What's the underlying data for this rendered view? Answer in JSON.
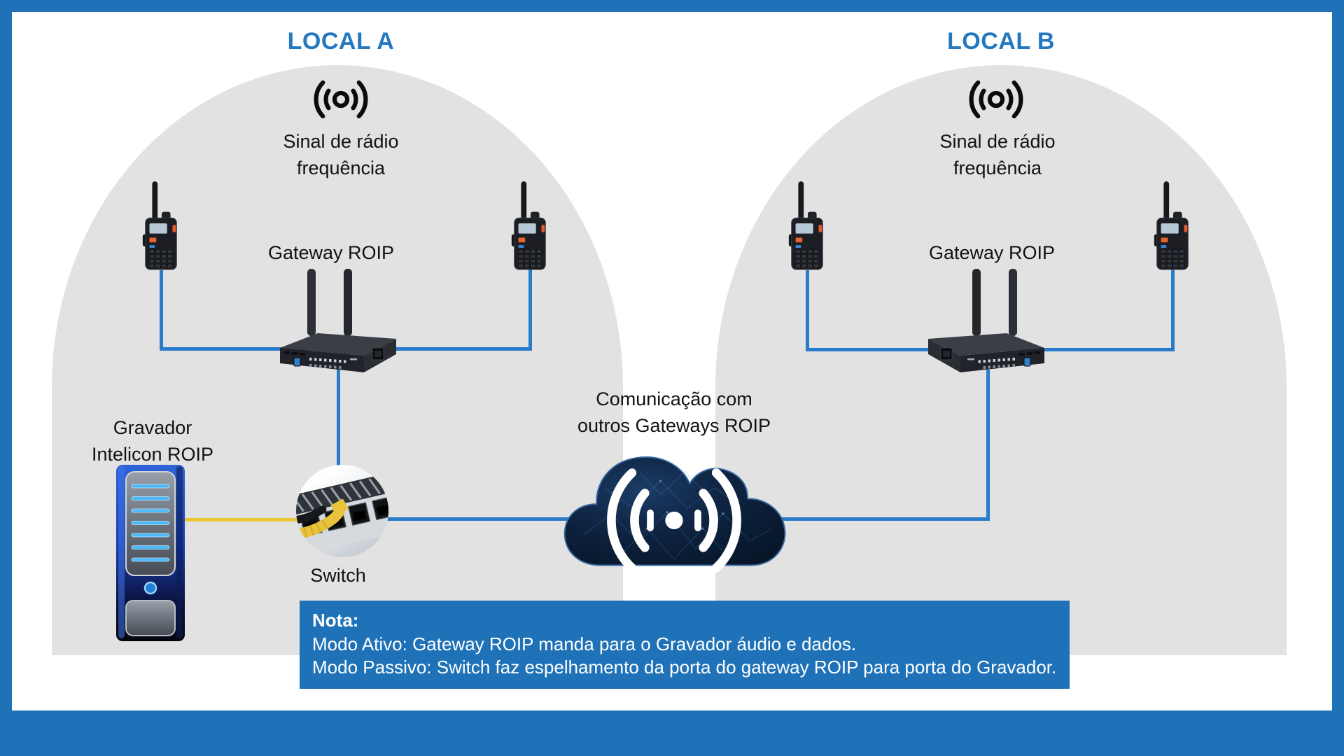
{
  "colors": {
    "frame_blue": "#1f72b7",
    "title_blue": "#2478c0",
    "dome_gray": "#e2e2e2",
    "line_blue": "#2a7ccb",
    "cable_yellow": "#edc637",
    "note_bg": "#1f72b7",
    "cloud_navy": "#0e2442"
  },
  "local_a": {
    "title": "LOCAL A",
    "signal_line1": "Sinal de rádio",
    "signal_line2": "frequência",
    "gateway_label": "Gateway ROIP",
    "recorder_line1": "Gravador",
    "recorder_line2": "Intelicon ROIP",
    "switch_label": "Switch"
  },
  "local_b": {
    "title": "LOCAL B",
    "signal_line1": "Sinal de rádio",
    "signal_line2": "frequência",
    "gateway_label": "Gateway ROIP"
  },
  "cloud": {
    "label_line1": "Comunicação com",
    "label_line2": "outros Gateways ROIP"
  },
  "note": {
    "title": "Nota:",
    "line1": "Modo Ativo: Gateway ROIP manda para o Gravador áudio e dados.",
    "line2": "Modo Passivo: Switch faz espelhamento da porta do gateway ROIP para porta do Gravador."
  },
  "icons": {
    "radio_signal": "radio-frequency-waves",
    "cloud_signal": "radio-waves-white",
    "devices": [
      "walkie-talkie",
      "roip-gateway-router",
      "recorder-server-tower",
      "ethernet-switch",
      "network-cloud"
    ]
  }
}
